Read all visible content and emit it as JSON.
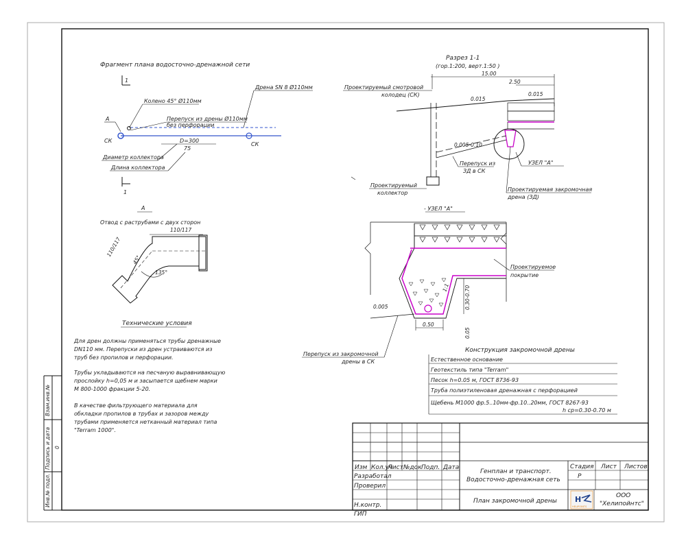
{
  "colors": {
    "accent": "#c800c8",
    "line": "#1a1a1a",
    "pipe": "#3355cc",
    "logo_blue": "#1d3f8a",
    "logo_orange": "#e58a1f"
  },
  "plan": {
    "title": "Фрагмент плана водосточно-дренажной сети",
    "section_mark_top": "1",
    "section_mark_bottom": "1",
    "elbow": "Колено 45° Ø110мм",
    "drain": "Дрена  SN 8 Ø110мм",
    "bypass1": "Перепуск из дрены Ø110мм",
    "bypass2": "без перфорации",
    "label_a": "А",
    "sk_left": "СК",
    "sk_right": "СК",
    "diameter_value": "D=300",
    "length_value": "75",
    "diameter_label": "Диаметр коллектора",
    "length_label": "Длина коллектора"
  },
  "fitting": {
    "letter": "А",
    "title": "Отвод  с раструбами с двух сторон",
    "dim_top": "110/117",
    "dim_left": "110/117",
    "angle_45": "45°",
    "angle_135": "135°"
  },
  "tech": {
    "title": "Технические условия",
    "p1": [
      "Для дрен должны применяться трубы дренажные",
      "DN110  мм. Перепуски из дрен устраиваются из",
      "труб  без пропилов и перфорации."
    ],
    "p2": [
      "Трубы укладываются на песчаную выравнивающую",
      "прослойку  h=0,05  м и засыпается щебнем марки",
      "М 800-1000  фракции  5-20."
    ],
    "p3": [
      "В качестве фильтрующего материала для",
      "обкладки пропилов в трубах и зазоров между",
      "трубами применяется нетканный материал типа",
      "\"Terram 1000\"."
    ]
  },
  "section": {
    "title": "Разрез 1-1",
    "scale": "(гор.1:200, верт.1:50 )",
    "dim_15": "15.00",
    "dim_250": "2.50",
    "slope_right": "0.015",
    "slope_left": "0.015",
    "slope_mid": "0.005-0.10",
    "manhole1": "Проектируемый смотровой",
    "manhole2": "колодец (СК)",
    "bypass1": "Перепуск из",
    "bypass2": "ЗД в СК",
    "collector1": "Проектируемый",
    "collector2": "коллектор",
    "node": "УЗЕЛ \"А\"",
    "drain1": "Проектируемая закромочная",
    "drain2": "дрена (ЗД)"
  },
  "node": {
    "title": "- УЗЕЛ \"А\"",
    "cover1": "Проектируемое",
    "cover2": "покрытие",
    "slope": "0.005",
    "dim_050": "0.50",
    "dim_depth": "0.30-0.70",
    "dim_005": "0.05",
    "dim_11": "1:1",
    "bypass1": "Перепуск из закромочной",
    "bypass2": "дрены в СК"
  },
  "construction": {
    "title": "Конструкция закромочной дрены",
    "rows": [
      "Естественное основание",
      "Геотекстиль типа \"Terram\"",
      "Песок  h=0.05 м, ГОСТ  8736-93",
      "Труба полиэтиленовая дренажная с перфорацией",
      "Щебень  М1000 фр.5..10мм-фр.10..20мм, ГОСТ  8267-93"
    ],
    "row_last_sub": "h ср=0.30-0.70 м"
  },
  "sidebar": {
    "f1": "Взам.инв.№",
    "f2": "Подпись и дата",
    "f3": "Инв.№ подл.",
    "value": "0"
  },
  "stamp": {
    "headers": [
      "Изм",
      "Кол.уч",
      "Лист",
      "№док",
      "Подп.",
      "Дата"
    ],
    "developed": "Разработал",
    "checked": "Проверил",
    "norm": "Н.контр.",
    "gip": "ГИП",
    "project1": "Генплан и транспорт.",
    "project2": "Водосточно-дренажная сеть",
    "sheet_title": "План закромочной дрены",
    "stage_h": "Стадия",
    "sheet_h": "Лист",
    "sheets_h": "Листов",
    "stage_v": "Р",
    "company1": "ООО",
    "company2": "\"Хелипойнтс\"",
    "logo_text": "HELIPOINTS",
    "logo_letter": "H"
  }
}
